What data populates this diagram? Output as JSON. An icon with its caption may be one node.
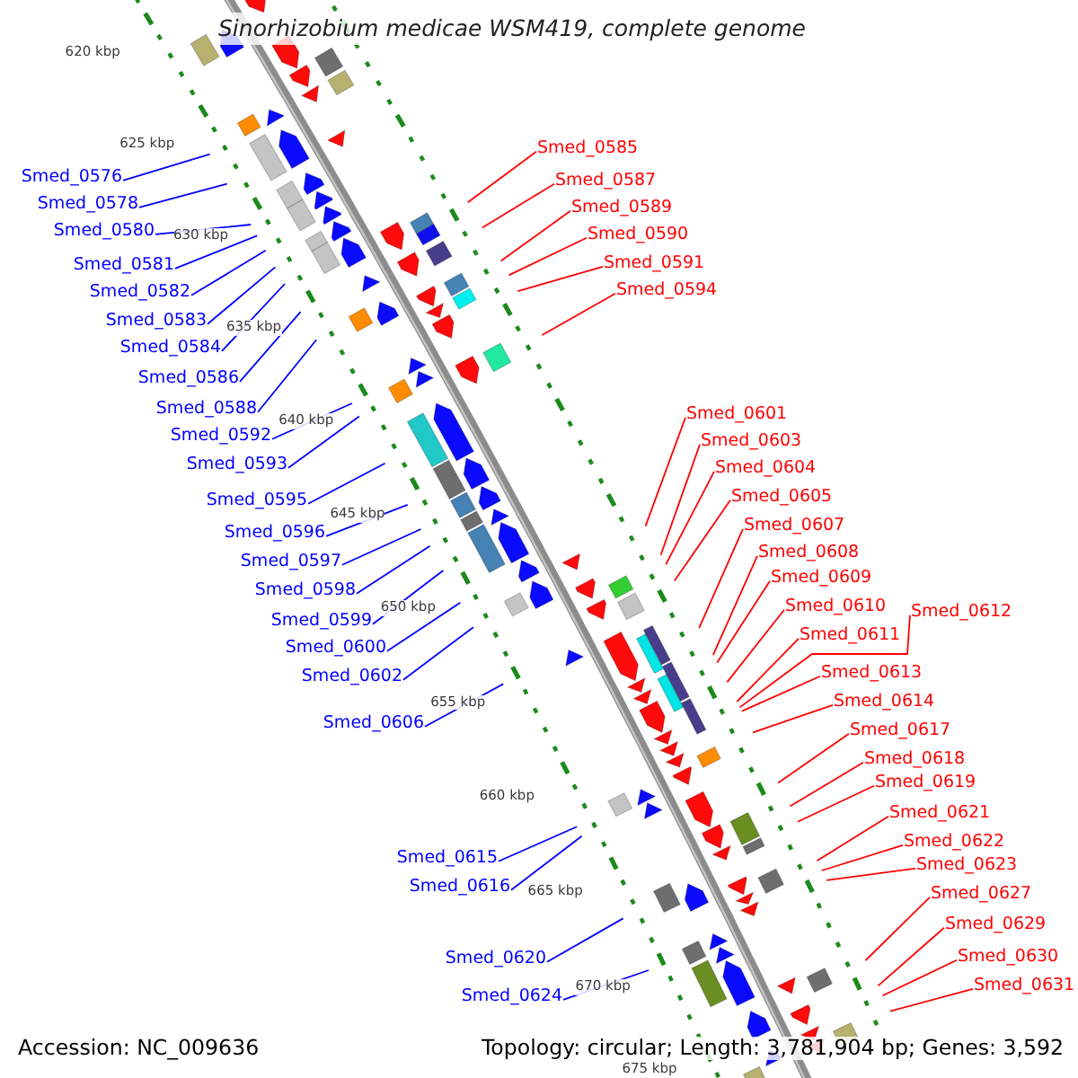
{
  "diagram": {
    "title": "Sinorhizobium medicae WSM419, complete genome",
    "nodes": [
      {
        "text": [
          "Smed_0576"
        ]
      },
      {
        "text": [
          "Smed_0578"
        ]
      },
      {
        "text": [
          "Smed_0580"
        ]
      },
      {
        "text": [
          "Smed_0581"
        ]
      },
      {
        "text": [
          "Smed_0582"
        ]
      },
      {
        "text": [
          "Smed_0583"
        ]
      },
      {
        "text": [
          "Smed_0584"
        ]
      },
      {
        "text": [
          "Smed_0586"
        ]
      },
      {
        "text": [
          "Smed_0588"
        ]
      },
      {
        "text": [
          "Smed_0592"
        ]
      },
      {
        "text": [
          "Smed_0593"
        ]
      },
      {
        "text": [
          "Smed_0595"
        ]
      },
      {
        "text": [
          "Smed_0596"
        ]
      },
      {
        "text": [
          "Smed_0597"
        ]
      },
      {
        "text": [
          "Smed_0598"
        ]
      },
      {
        "text": [
          "Smed_0599"
        ]
      },
      {
        "text": [
          "Smed_0600"
        ]
      },
      {
        "text": [
          "Smed_0602"
        ]
      },
      {
        "text": [
          "Smed_0606"
        ]
      },
      {
        "text": [
          "Smed_0615"
        ]
      },
      {
        "text": [
          "Smed_0616"
        ]
      },
      {
        "text": [
          "Smed_0620"
        ]
      },
      {
        "text": [
          "Smed_0624"
        ]
      },
      {
        "text": [
          "Smed_0585"
        ]
      },
      {
        "text": [
          "Smed_0587"
        ]
      },
      {
        "text": [
          "Smed_0589"
        ]
      },
      {
        "text": [
          "Smed_0590"
        ]
      },
      {
        "text": [
          "Smed_0591"
        ]
      },
      {
        "text": [
          "Smed_0594"
        ]
      },
      {
        "text": [
          "Smed_0601"
        ]
      },
      {
        "text": [
          "Smed_0603"
        ]
      },
      {
        "text": [
          "Smed_0604"
        ]
      },
      {
        "text": [
          "Smed_0605"
        ]
      },
      {
        "text": [
          "Smed_0607"
        ]
      },
      {
        "text": [
          "Smed_0608"
        ]
      },
      {
        "text": [
          "Smed_0609"
        ]
      },
      {
        "text": [
          "Smed_0610"
        ]
      },
      {
        "text": [
          "Smed_0611"
        ]
      },
      {
        "text": [
          "Smed_0612"
        ]
      },
      {
        "text": [
          "Smed_0613"
        ]
      },
      {
        "text": [
          "Smed_0614"
        ]
      },
      {
        "text": [
          "Smed_0617"
        ]
      },
      {
        "text": [
          "Smed_0618"
        ]
      },
      {
        "text": [
          "Smed_0619"
        ]
      },
      {
        "text": [
          "Smed_0621"
        ]
      },
      {
        "text": [
          "Smed_0622"
        ]
      },
      {
        "text": [
          "Smed_0623"
        ]
      },
      {
        "text": [
          "Smed_0627"
        ]
      },
      {
        "text": [
          "Smed_0629"
        ]
      },
      {
        "text": [
          "Smed_0630"
        ]
      },
      {
        "text": [
          "Smed_0631"
        ]
      }
    ],
    "edges": [
      {
        "from": 0,
        "to": null,
        "arrow": "none",
        "color": "#0000ff"
      },
      {
        "from": 1,
        "to": null,
        "arrow": "none",
        "color": "#0000ff"
      },
      {
        "from": 2,
        "to": null,
        "arrow": "none",
        "color": "#0000ff"
      },
      {
        "from": 3,
        "to": null,
        "arrow": "none",
        "color": "#0000ff"
      },
      {
        "from": 4,
        "to": null,
        "arrow": "none",
        "color": "#0000ff"
      },
      {
        "from": 5,
        "to": null,
        "arrow": "none",
        "color": "#0000ff"
      },
      {
        "from": 6,
        "to": null,
        "arrow": "none",
        "color": "#0000ff"
      },
      {
        "from": 7,
        "to": null,
        "arrow": "none",
        "color": "#0000ff"
      },
      {
        "from": 8,
        "to": null,
        "arrow": "none",
        "color": "#0000ff"
      },
      {
        "from": 9,
        "to": null,
        "arrow": "none",
        "color": "#0000ff"
      },
      {
        "from": 10,
        "to": null,
        "arrow": "none",
        "color": "#0000ff"
      },
      {
        "from": 11,
        "to": null,
        "arrow": "none",
        "color": "#0000ff"
      },
      {
        "from": 12,
        "to": null,
        "arrow": "none",
        "color": "#0000ff"
      },
      {
        "from": 13,
        "to": null,
        "arrow": "none",
        "color": "#0000ff"
      },
      {
        "from": 14,
        "to": null,
        "arrow": "none",
        "color": "#0000ff"
      },
      {
        "from": 15,
        "to": null,
        "arrow": "none",
        "color": "#0000ff"
      },
      {
        "from": 16,
        "to": null,
        "arrow": "none",
        "color": "#0000ff"
      },
      {
        "from": 17,
        "to": null,
        "arrow": "none",
        "color": "#0000ff"
      },
      {
        "from": 18,
        "to": null,
        "arrow": "none",
        "color": "#0000ff"
      },
      {
        "from": 19,
        "to": null,
        "arrow": "none",
        "color": "#0000ff"
      },
      {
        "from": 20,
        "to": null,
        "arrow": "none",
        "color": "#0000ff"
      },
      {
        "from": 21,
        "to": null,
        "arrow": "none",
        "color": "#0000ff"
      },
      {
        "from": 22,
        "to": null,
        "arrow": "none",
        "color": "#0000ff"
      },
      {
        "from": 23,
        "to": null,
        "arrow": "none"
      },
      {
        "from": 24,
        "to": null,
        "arrow": "none"
      },
      {
        "from": 25,
        "to": null,
        "arrow": "none"
      },
      {
        "from": 26,
        "to": null,
        "arrow": "none"
      },
      {
        "from": 27,
        "to": null,
        "arrow": "none"
      },
      {
        "from": 28,
        "to": null,
        "arrow": "none"
      },
      {
        "from": 29,
        "to": null,
        "arrow": "none"
      },
      {
        "from": 30,
        "to": null,
        "arrow": "none"
      },
      {
        "from": 31,
        "to": null,
        "arrow": "none"
      },
      {
        "from": 32,
        "to": null,
        "arrow": "none"
      },
      {
        "from": 33,
        "to": null,
        "arrow": "none"
      },
      {
        "from": 34,
        "to": null,
        "arrow": "none"
      },
      {
        "from": 35,
        "to": null,
        "arrow": "none"
      },
      {
        "from": 36,
        "to": null,
        "arrow": "none"
      },
      {
        "from": 37,
        "to": null,
        "arrow": "none"
      },
      {
        "from": 38,
        "to": null,
        "arrow": "none"
      },
      {
        "from": 39,
        "to": null,
        "arrow": "none"
      },
      {
        "from": 40,
        "to": null,
        "arrow": "none"
      },
      {
        "from": 41,
        "to": null,
        "arrow": "none"
      },
      {
        "from": 42,
        "to": null,
        "arrow": "none"
      },
      {
        "from": 43,
        "to": null,
        "arrow": "none"
      },
      {
        "from": 44,
        "to": null,
        "arrow": "none"
      },
      {
        "from": 45,
        "to": null,
        "arrow": "none"
      },
      {
        "from": 46,
        "to": null,
        "arrow": "none"
      },
      {
        "from": 47,
        "to": null,
        "arrow": "none"
      },
      {
        "from": 48,
        "to": null,
        "arrow": "none"
      },
      {
        "from": 49,
        "to": null,
        "arrow": "none"
      },
      {
        "from": 50,
        "to": null,
        "arrow": "none"
      }
    ],
    "labels": [
      "620 kbp",
      "625 kbp",
      "630 kbp",
      "635 kbp",
      "640 kbp",
      "645 kbp",
      "650 kbp",
      "655 kbp",
      "660 kbp",
      "665 kbp",
      "670 kbp",
      "675 kbp",
      "Accession: NC_009636",
      "Topology: circular; Length: 3,781,904 bp; Genes: 3,592"
    ]
  }
}
